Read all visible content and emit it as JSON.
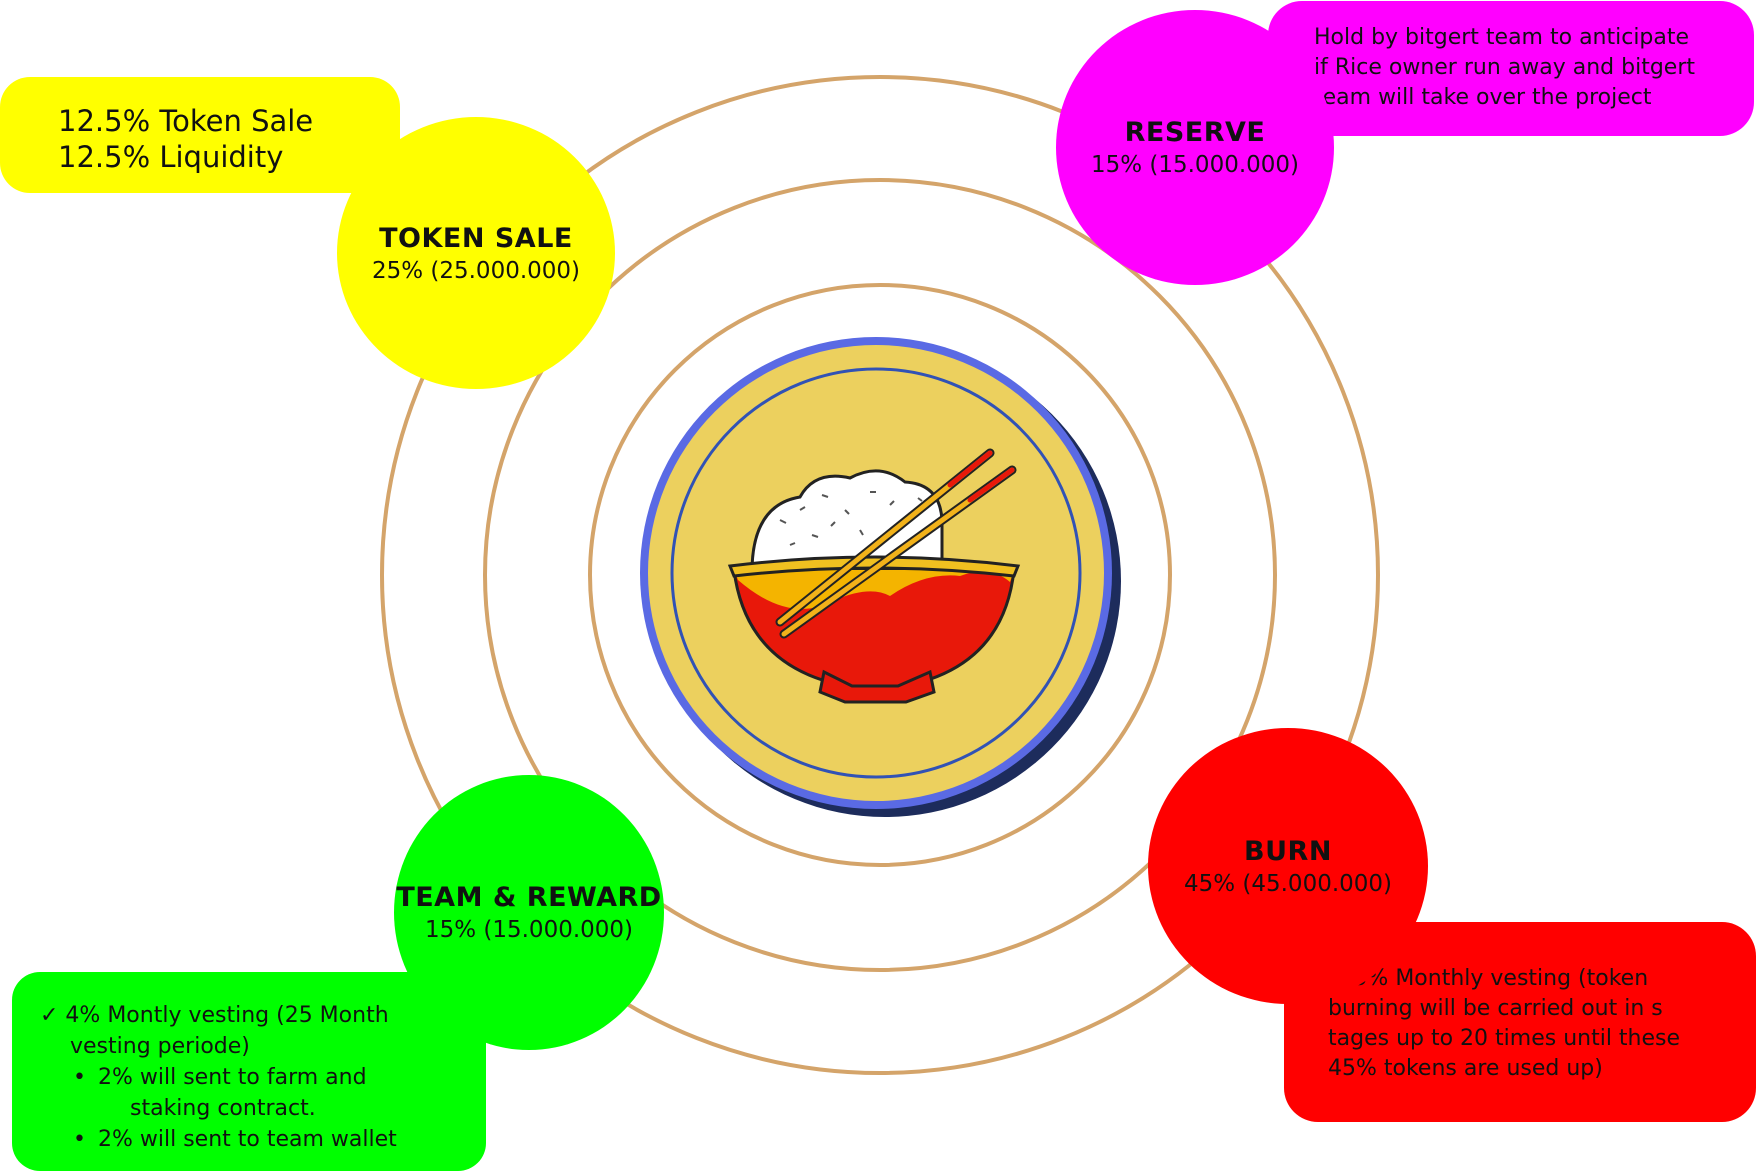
{
  "colors": {
    "ring": "#d4a46a",
    "token_sale": "#ffff00",
    "reserve": "#ff00ff",
    "team_reward": "#00ff00",
    "burn": "#ff0000",
    "coin_fill": "#ecd05e",
    "coin_rim": "#5a6ae4",
    "coin_shadow": "#1d2c5c"
  },
  "center": {
    "icon": "rice-bowl-icon"
  },
  "segments": {
    "token_sale": {
      "title": "TOKEN SALE",
      "value": "25% (25.000.000)",
      "note": [
        "12.5% Token Sale",
        "12.5% Liquidity"
      ]
    },
    "reserve": {
      "title": "RESERVE",
      "value": "15% (15.000.000)",
      "note": [
        "Hold by bitgert team to anticipate",
        "if Rice owner run away and bitgert",
        "team will take over the project"
      ]
    },
    "team_reward": {
      "title": "TEAM & REWARD",
      "value": "15% (15.000.000)",
      "note": {
        "check_line_1": "✓ 4% Montly vesting (25 Month",
        "check_line_2": "vesting periode)",
        "bullet_1a": "2% will sent to farm and",
        "bullet_1b": "staking contract.",
        "bullet_2": "2% will sent to team wallet"
      }
    },
    "burn": {
      "title": "BURN",
      "value": "45% (45.000.000)",
      "note": [
        "✓  5% Monthly vesting (token",
        "burning will be carried out in s",
        "tages up to 20 times until these",
        "45% tokens are used up)"
      ]
    }
  }
}
